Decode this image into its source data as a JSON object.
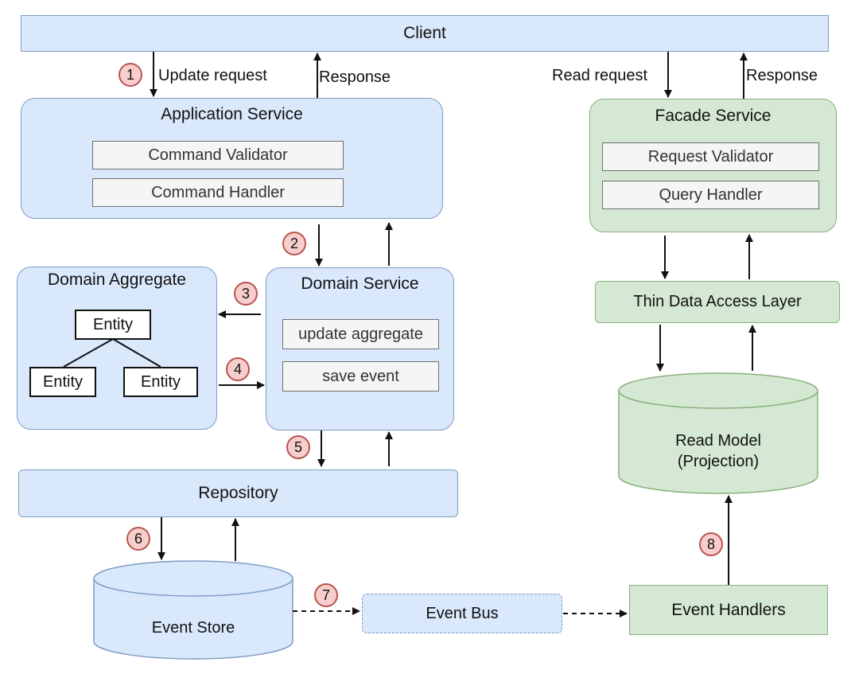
{
  "client": {
    "label": "Client"
  },
  "flow_labels": {
    "update_request": "Update request",
    "response_left": "Response",
    "read_request": "Read request",
    "response_right": "Response"
  },
  "application_service": {
    "title": "Application Service",
    "items": [
      "Command Validator",
      "Command Handler"
    ]
  },
  "facade_service": {
    "title": "Facade Service",
    "items": [
      "Request Validator",
      "Query Handler"
    ]
  },
  "domain_aggregate": {
    "title": "Domain Aggregate",
    "root_entity": "Entity",
    "child_entities": [
      "Entity",
      "Entity"
    ]
  },
  "domain_service": {
    "title": "Domain Service",
    "items": [
      "update aggregate",
      "save event"
    ]
  },
  "thin_data_access_layer": {
    "label": "Thin Data Access Layer"
  },
  "read_model": {
    "line1": "Read Model",
    "line2": "(Projection)"
  },
  "repository": {
    "label": "Repository"
  },
  "event_store": {
    "label": "Event Store"
  },
  "event_bus": {
    "label": "Event Bus"
  },
  "event_handlers": {
    "label": "Event Handlers"
  },
  "steps": [
    "1",
    "2",
    "3",
    "4",
    "5",
    "6",
    "7",
    "8"
  ],
  "colors": {
    "blue_fill": "#dae8fc",
    "green_fill": "#d5e8d4",
    "badge_fill": "#f8cecc",
    "badge_stroke": "#b85450"
  }
}
